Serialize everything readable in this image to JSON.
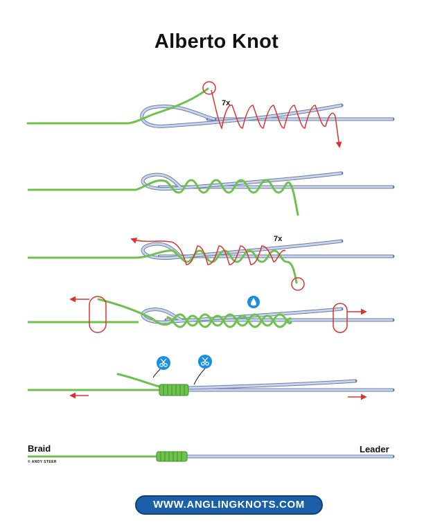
{
  "title": "Alberto Knot",
  "turns_label_1": "7x",
  "turns_label_2": "7x",
  "left_label": "Braid",
  "right_label": "Leader",
  "credit": "© ANDY STEER",
  "website": "WWW.ANGLINGKNOTS.COM",
  "colors": {
    "braid": "#6cc24a",
    "leader": "#b8c6e0",
    "leader_outline": "#6b7fa6",
    "arrow": "#e03030",
    "banner": "#1a5fa8",
    "icon": "#1a8ee0"
  },
  "icons": [
    "wet-drop-icon",
    "scissors-icon",
    "scissors-icon"
  ]
}
